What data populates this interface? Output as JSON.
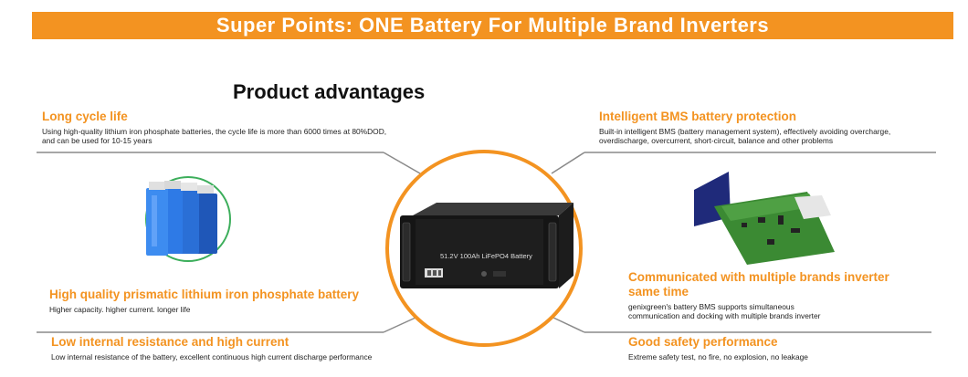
{
  "banner": {
    "title": "Super Points:  ONE Battery For Multiple Brand Inverters"
  },
  "subtitle": "Product advantages",
  "product": {
    "label": "51.2V  100Ah LiFePO4 Battery"
  },
  "features": {
    "long_cycle": {
      "title": "Long cycle life",
      "desc": "Using high-quality lithium iron phosphate batteries, the cycle life is more than 6000 times at 80%DOD, and can be used for 10-15 years"
    },
    "prismatic": {
      "title": "High quality prismatic lithium iron phosphate battery",
      "desc": "Higher capacity. higher current. longer life"
    },
    "resistance": {
      "title": "Low internal resistance and high current",
      "desc": "Low internal resistance of the battery, excellent continuous high current discharge performance"
    },
    "bms": {
      "title": "Intelligent BMS battery protection",
      "desc": "Built-in intelligent BMS (battery management system), effectively avoiding overcharge, overdischarge, overcurrent, short-circuit, balance and other problems"
    },
    "communicated": {
      "title": "Communicated with multiple brands inverter same time",
      "desc": "genixgreen's battery BMS supports simultaneous communication and docking with multiple brands inverter"
    },
    "safety": {
      "title": "Good safety performance",
      "desc": "Extreme safety test, no fire, no explosion, no leakage"
    }
  },
  "colors": {
    "accent": "#f39321",
    "text": "#222222",
    "line": "#8a8a8a"
  }
}
